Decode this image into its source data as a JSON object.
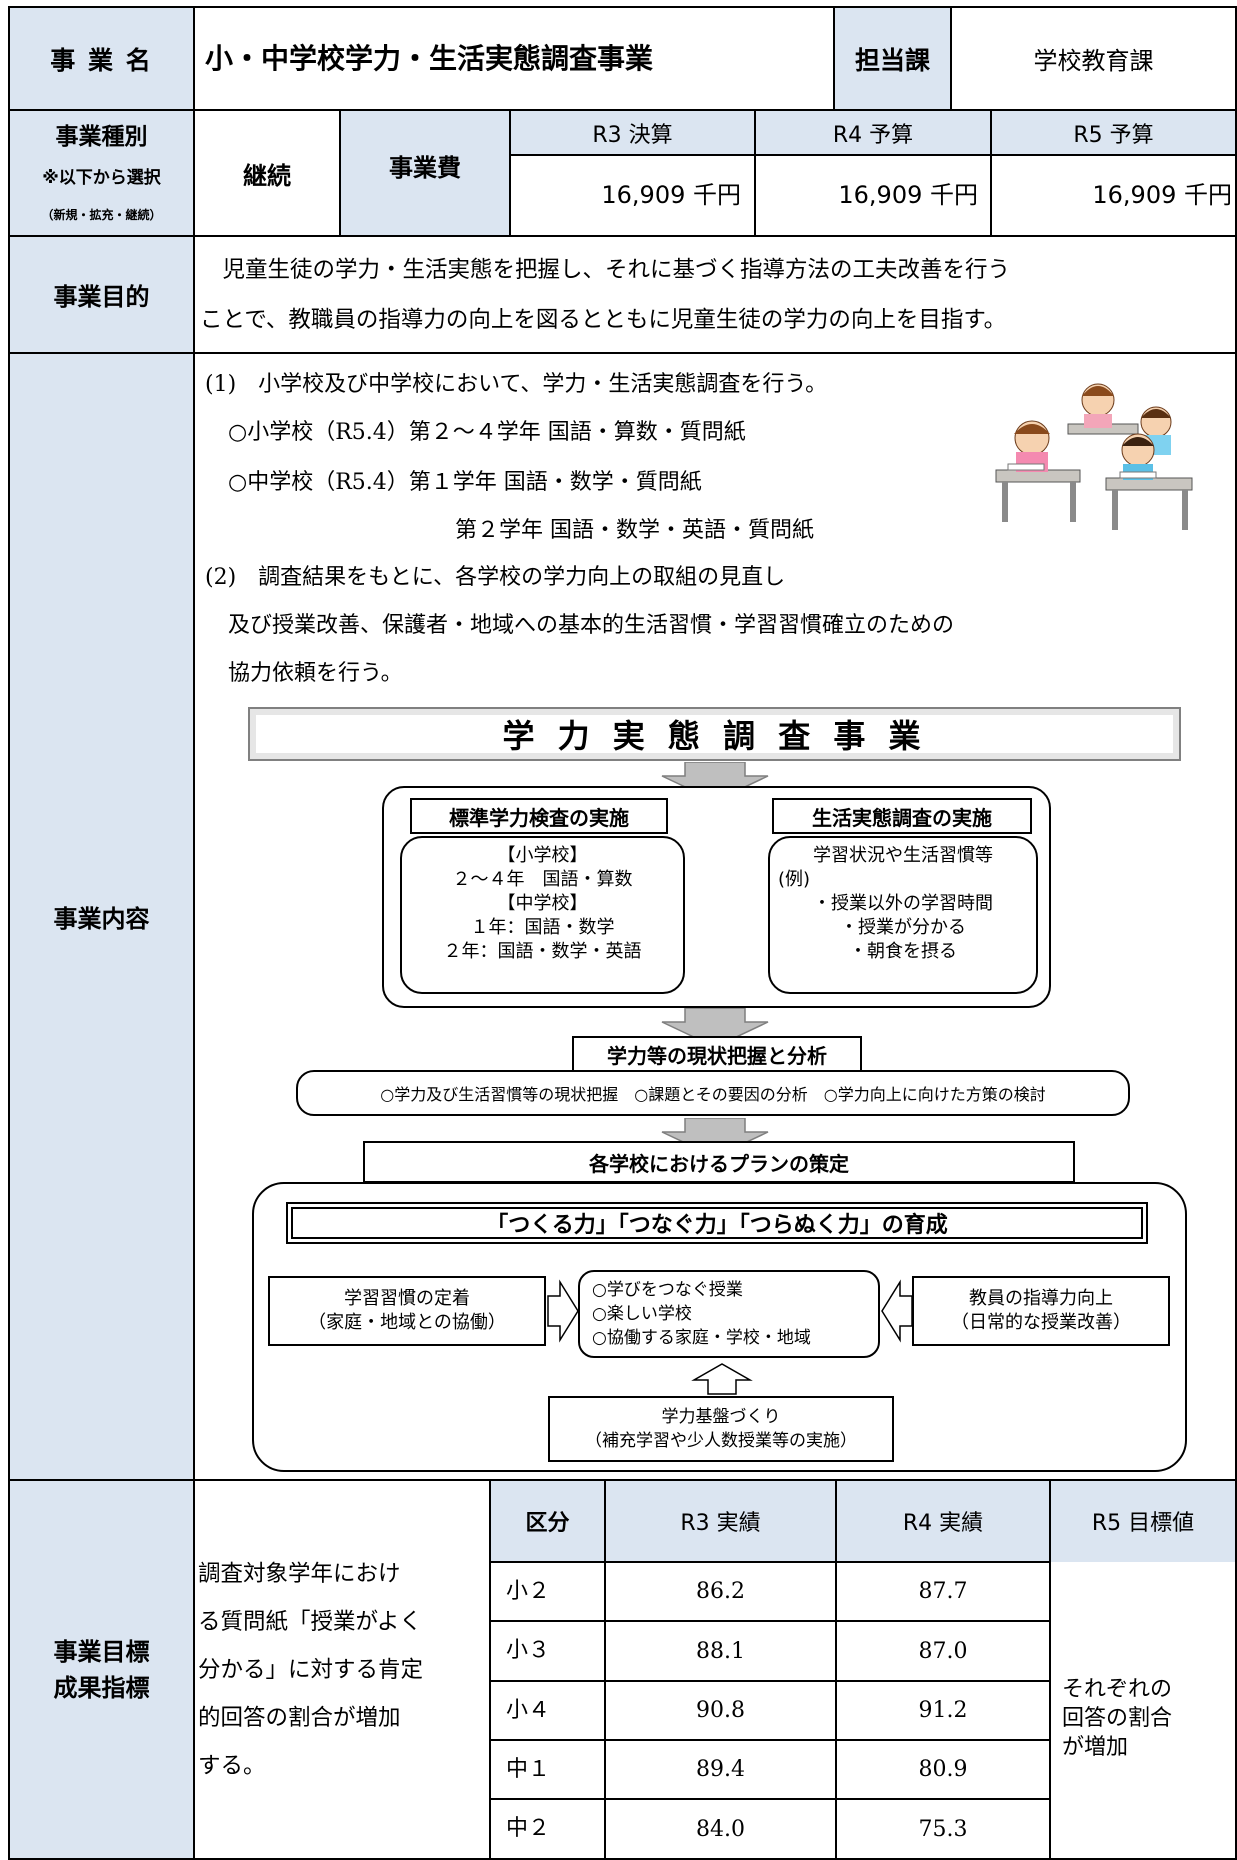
{
  "header": {
    "name_label": "事 業 名",
    "name": "小・中学校学力・生活実態調査事業",
    "dept_label": "担当課",
    "dept": "学校教育課"
  },
  "type_row": {
    "label": "事業種別",
    "note1": "※以下から選択",
    "note2": "（新規・拡充・継続）",
    "value": "継続",
    "cost_label": "事業費",
    "years": [
      "R3 決算",
      "R4 予算",
      "R5 予算"
    ],
    "amounts": [
      "16,909 千円",
      "16,909 千円",
      "16,909 千円"
    ]
  },
  "purpose": {
    "label": "事業目的",
    "line1": "　児童生徒の学力・生活実態を把握し、それに基づく指導方法の工夫改善を行う",
    "line2": "ことで、教職員の指導力の向上を図るとともに児童生徒の学力の向上を目指す。"
  },
  "content": {
    "label": "事業内容",
    "lines": [
      "(1)　小学校及び中学校において、学力・生活実態調査を行う。",
      "○小学校（R5.4）第２～４学年 国語・算数・質問紙",
      "○中学校（R5.4）第１学年 国語・数学・質問紙",
      "第２学年 国語・数学・英語・質問紙",
      "(2)　調査結果をもとに、各学校の学力向上の取組の見直し",
      "及び授業改善、保護者・地域への基本的生活習慣・学習習慣確立のための",
      "協力依頼を行う。"
    ]
  },
  "diagram": {
    "title": "学 力 実 態 調 査 事 業",
    "left_title": "標準学力検査の実施",
    "left_lines": [
      "【小学校】",
      "２～４年　国語・算数",
      "【中学校】",
      "１年：国語・数学",
      "２年：国語・数学・英語"
    ],
    "right_title": "生活実態調査の実施",
    "right_lines": [
      "学習状況や生活習慣等",
      "(例)",
      "・授業以外の学習時間",
      "・授業が分かる",
      "・朝食を摂る"
    ],
    "analysis_title": "学力等の現状把握と分析",
    "analysis_text": "○学力及び生活習慣等の現状把握　○課題とその要因の分析　○学力向上に向けた方策の検討",
    "plan_title": "各学校におけるプランの策定",
    "growth_title": "「つくる力」「つなぐ力」「つらぬく力」の育成",
    "habits_lines": [
      "学習習慣の定着",
      "（家庭・地域との協働）"
    ],
    "center_lines": [
      "○学びをつなぐ授業",
      "○楽しい学校",
      "○協働する家庭・学校・地域"
    ],
    "teacher_lines": [
      "教員の指導力向上",
      "（日常的な授業改善）"
    ],
    "basis_lines": [
      "学力基盤づくり",
      "（補充学習や少人数授業等の実施）"
    ]
  },
  "goals": {
    "label1": "事業目標",
    "label2": "成果指標",
    "description_lines": [
      "調査対象学年におけ",
      "る質問紙「授業がよく",
      "分かる」に対する肯定",
      "的回答の割合が増加",
      "する。"
    ],
    "headers": [
      "区分",
      "R3 実績",
      "R4 実績",
      "R5 目標値"
    ],
    "rows": [
      {
        "grade": "小２",
        "r3": "86.2",
        "r4": "87.7"
      },
      {
        "grade": "小３",
        "r3": "88.1",
        "r4": "87.0"
      },
      {
        "grade": "小４",
        "r3": "90.8",
        "r4": "91.2"
      },
      {
        "grade": "中１",
        "r3": "89.4",
        "r4": "80.9"
      },
      {
        "grade": "中２",
        "r3": "84.0",
        "r4": "75.3"
      }
    ],
    "target_lines": [
      "それぞれの",
      "回答の割合",
      "が増加"
    ]
  }
}
